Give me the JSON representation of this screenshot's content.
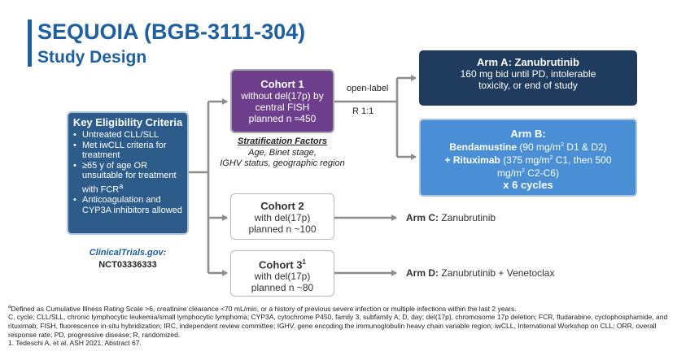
{
  "title": {
    "main": "SEQUOIA (BGB-3111-304)",
    "sub": "Study Design"
  },
  "eligibility": {
    "heading": "Key Eligibility Criteria",
    "items": [
      "Untreated CLL/SLL",
      "Met iwCLL criteria for treatment",
      "≥65 y of age OR unsuitable for treatment with FCR",
      "Anticoagulation and CYP3A inhibitors allowed"
    ],
    "item3_sup": "a",
    "registry": "ClinicalTrials.gov:",
    "registry_id": "NCT03336333"
  },
  "cohort1": {
    "title": "Cohort 1",
    "line1": "without del(17p) by",
    "line2": "central FISH",
    "line3": "planned n ≈450"
  },
  "cohort2": {
    "title": "Cohort 2",
    "line1": "with del(17p)",
    "line2": "planned n ~100"
  },
  "cohort3": {
    "title": "Cohort 3",
    "title_sup": "1",
    "line1": "with del(17p)",
    "line2": "planned n ~80"
  },
  "stratification": {
    "title": "Stratification Factors",
    "line1": "Age, Binet stage,",
    "line2": "IGHV status, geographic region"
  },
  "randomization": {
    "open_label": "open-label",
    "ratio": "R 1:1"
  },
  "armA": {
    "title": "Arm A: Zanubrutinib",
    "line1": "160 mg bid until PD, intolerable",
    "line2": "toxicity, or end of study"
  },
  "armB": {
    "title": "Arm B:",
    "bendamustine": "Bendamustine",
    "bendamustine_dose_pre": "(90 mg/m",
    "bendamustine_dose_post": " D1 & D2)",
    "sup2": "2",
    "rituximab": "+ Rituximab",
    "rituximab_dose_pre": "(375 mg/m",
    "rituximab_dose_mid": " C1, then 500",
    "rituximab_dose_l2_pre": "mg/m",
    "rituximab_dose_l2_post": " C2-C6)",
    "cycles": "x 6 cycles"
  },
  "armC": {
    "label": "Arm C:",
    "text": "Zanubrutinib"
  },
  "armD": {
    "label": "Arm D:",
    "text": "Zanubrutinib + Venetoclax"
  },
  "footnotes": {
    "a_sup": "a",
    "a_text": "Defined as Cumulative Illness Rating Scale >6, creatinine clearance <70 mL/min, or a history of previous severe infection or multiple infections within the last 2 years.",
    "abbrev": "C, cycle; CLL/SLL, chronic lymphocytic leukemia/small lymphocytic lymphoma; CYP3A, cytochrome P450, family 3, subfamily A; D, day; del(17p), chromosome 17p deletion; FCR, fludarabine, cyclophosphamide, and rituximab; FISH, fluorescence in-situ hybridization; IRC, independent review committee; IGHV, gene encoding the immunoglobulin heavy chain variable region; iwCLL, International Workshop on CLL; ORR, overall response rate; PD, progressive disease; R, randomized.",
    "ref1": "1. Tedeschi A, et al. ASH 2021. Abstract 67."
  },
  "colors": {
    "title": "#1e5fa0",
    "eligibility_box": "#2e5c8a",
    "cohort1": "#6d3e8c",
    "armA": "#1f3c5e",
    "armB": "#4a8fd6",
    "arrow": "#8c8c8c"
  }
}
